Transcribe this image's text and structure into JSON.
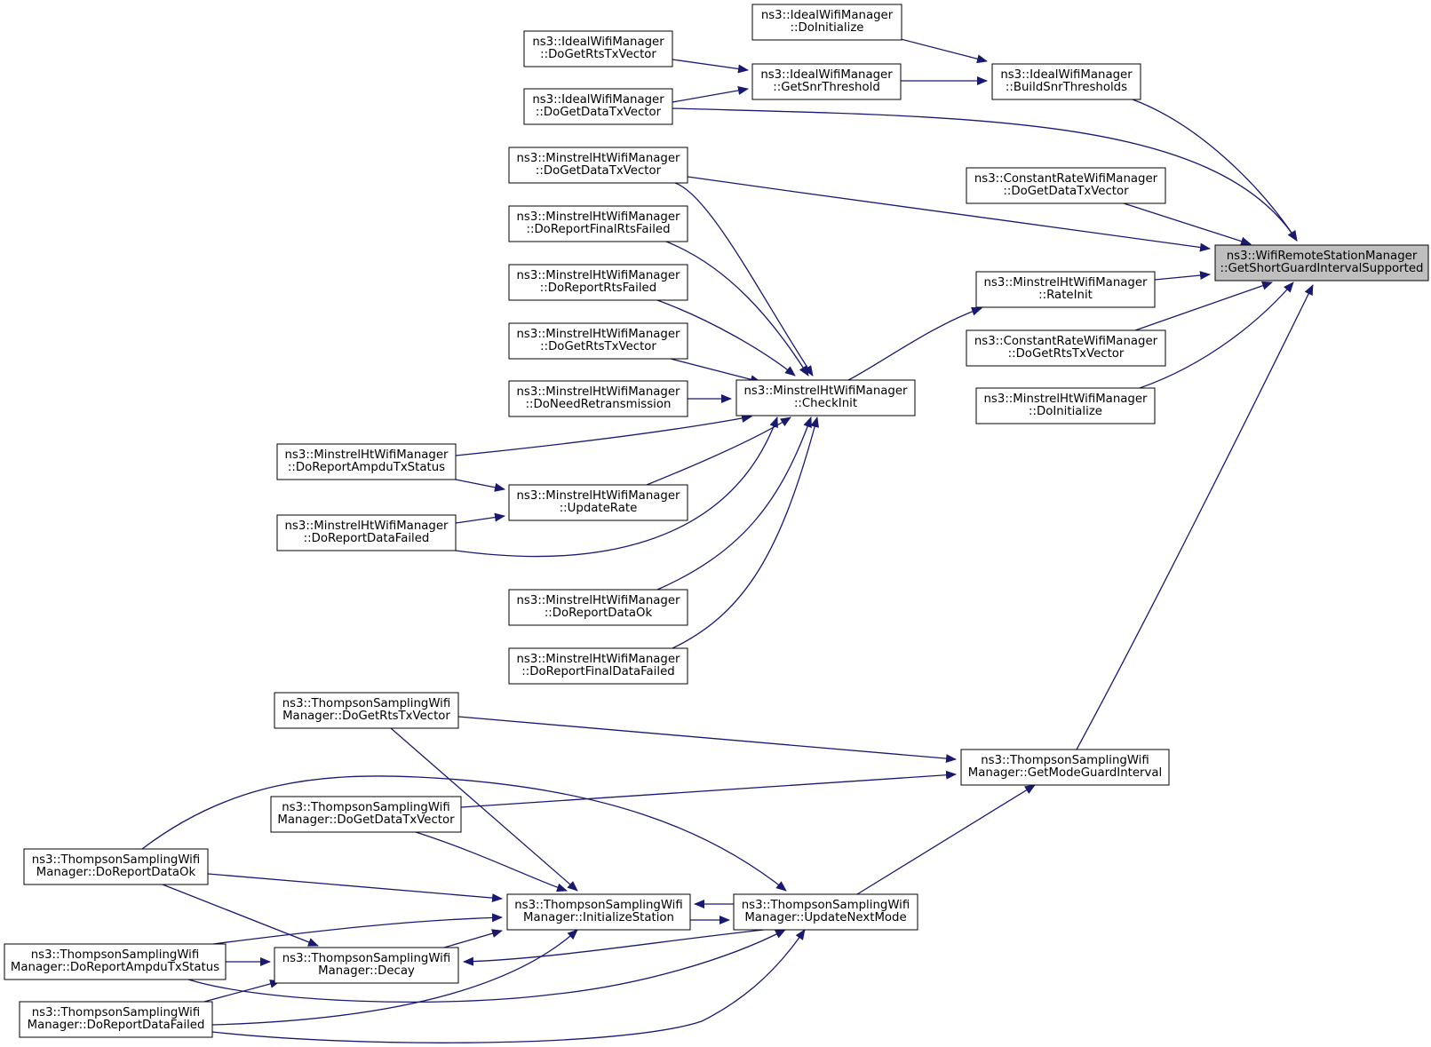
{
  "colors": {
    "edge": "#191970",
    "focus_fill": "#bfbfbf",
    "node_fill": "#ffffff",
    "node_stroke": "#000000"
  },
  "nodes": [
    {
      "id": "target",
      "lines": [
        "ns3::WifiRemoteStationManager",
        "::GetShortGuardIntervalSupported"
      ],
      "focus": true
    },
    {
      "id": "ideal_init",
      "lines": [
        "ns3::IdealWifiManager",
        "::DoInitialize"
      ]
    },
    {
      "id": "ideal_build",
      "lines": [
        "ns3::IdealWifiManager",
        "::BuildSnrThresholds"
      ]
    },
    {
      "id": "ideal_snr",
      "lines": [
        "ns3::IdealWifiManager",
        "::GetSnrThreshold"
      ]
    },
    {
      "id": "ideal_rts",
      "lines": [
        "ns3::IdealWifiManager",
        "::DoGetRtsTxVector"
      ]
    },
    {
      "id": "ideal_data",
      "lines": [
        "ns3::IdealWifiManager",
        "::DoGetDataTxVector"
      ]
    },
    {
      "id": "mh_data",
      "lines": [
        "ns3::MinstrelHtWifiManager",
        "::DoGetDataTxVector"
      ]
    },
    {
      "id": "cr_data",
      "lines": [
        "ns3::ConstantRateWifiManager",
        "::DoGetDataTxVector"
      ]
    },
    {
      "id": "mh_final_rts",
      "lines": [
        "ns3::MinstrelHtWifiManager",
        "::DoReportFinalRtsFailed"
      ]
    },
    {
      "id": "mh_rate_init",
      "lines": [
        "ns3::MinstrelHtWifiManager",
        "::RateInit"
      ]
    },
    {
      "id": "mh_rts_failed",
      "lines": [
        "ns3::MinstrelHtWifiManager",
        "::DoReportRtsFailed"
      ]
    },
    {
      "id": "cr_rts",
      "lines": [
        "ns3::ConstantRateWifiManager",
        "::DoGetRtsTxVector"
      ]
    },
    {
      "id": "mh_get_rts",
      "lines": [
        "ns3::MinstrelHtWifiManager",
        "::DoGetRtsTxVector"
      ]
    },
    {
      "id": "mh_doinit",
      "lines": [
        "ns3::MinstrelHtWifiManager",
        "::DoInitialize"
      ]
    },
    {
      "id": "mh_need_retx",
      "lines": [
        "ns3::MinstrelHtWifiManager",
        "::DoNeedRetransmission"
      ]
    },
    {
      "id": "mh_checkinit",
      "lines": [
        "ns3::MinstrelHtWifiManager",
        "::CheckInit"
      ]
    },
    {
      "id": "mh_ampdu",
      "lines": [
        "ns3::MinstrelHtWifiManager",
        "::DoReportAmpduTxStatus"
      ]
    },
    {
      "id": "mh_update_rate",
      "lines": [
        "ns3::MinstrelHtWifiManager",
        "::UpdateRate"
      ]
    },
    {
      "id": "mh_data_failed",
      "lines": [
        "ns3::MinstrelHtWifiManager",
        "::DoReportDataFailed"
      ]
    },
    {
      "id": "mh_data_ok",
      "lines": [
        "ns3::MinstrelHtWifiManager",
        "::DoReportDataOk"
      ]
    },
    {
      "id": "mh_final_data",
      "lines": [
        "ns3::MinstrelHtWifiManager",
        "::DoReportFinalDataFailed"
      ]
    },
    {
      "id": "ts_get_rts",
      "lines": [
        "ns3::ThompsonSamplingWifi",
        "Manager::DoGetRtsTxVector"
      ]
    },
    {
      "id": "ts_guard",
      "lines": [
        "ns3::ThompsonSamplingWifi",
        "Manager::GetModeGuardInterval"
      ]
    },
    {
      "id": "ts_get_data",
      "lines": [
        "ns3::ThompsonSamplingWifi",
        "Manager::DoGetDataTxVector"
      ]
    },
    {
      "id": "ts_data_ok",
      "lines": [
        "ns3::ThompsonSamplingWifi",
        "Manager::DoReportDataOk"
      ]
    },
    {
      "id": "ts_init_station",
      "lines": [
        "ns3::ThompsonSamplingWifi",
        "Manager::InitializeStation"
      ]
    },
    {
      "id": "ts_update_next",
      "lines": [
        "ns3::ThompsonSamplingWifi",
        "Manager::UpdateNextMode"
      ]
    },
    {
      "id": "ts_ampdu",
      "lines": [
        "ns3::ThompsonSamplingWifi",
        "Manager::DoReportAmpduTxStatus"
      ]
    },
    {
      "id": "ts_decay",
      "lines": [
        "ns3::ThompsonSamplingWifi",
        "Manager::Decay"
      ]
    },
    {
      "id": "ts_data_failed",
      "lines": [
        "ns3::ThompsonSamplingWifi",
        "Manager::DoReportDataFailed"
      ]
    }
  ],
  "edges": [
    {
      "from": "ideal_init",
      "to": "ideal_build"
    },
    {
      "from": "ideal_snr",
      "to": "ideal_build"
    },
    {
      "from": "ideal_rts",
      "to": "ideal_snr"
    },
    {
      "from": "ideal_data",
      "to": "ideal_snr"
    },
    {
      "from": "ideal_build",
      "to": "target"
    },
    {
      "from": "ideal_data",
      "to": "target"
    },
    {
      "from": "mh_data",
      "to": "target"
    },
    {
      "from": "cr_data",
      "to": "target"
    },
    {
      "from": "mh_rate_init",
      "to": "target"
    },
    {
      "from": "cr_rts",
      "to": "target"
    },
    {
      "from": "mh_doinit",
      "to": "target"
    },
    {
      "from": "ts_guard",
      "to": "target"
    },
    {
      "from": "mh_checkinit",
      "to": "mh_rate_init"
    },
    {
      "from": "mh_data",
      "to": "mh_checkinit"
    },
    {
      "from": "mh_final_rts",
      "to": "mh_checkinit"
    },
    {
      "from": "mh_rts_failed",
      "to": "mh_checkinit"
    },
    {
      "from": "mh_get_rts",
      "to": "mh_checkinit"
    },
    {
      "from": "mh_need_retx",
      "to": "mh_checkinit"
    },
    {
      "from": "mh_ampdu",
      "to": "mh_checkinit"
    },
    {
      "from": "mh_update_rate",
      "to": "mh_checkinit"
    },
    {
      "from": "mh_data_failed",
      "to": "mh_checkinit"
    },
    {
      "from": "mh_data_ok",
      "to": "mh_checkinit"
    },
    {
      "from": "mh_final_data",
      "to": "mh_checkinit"
    },
    {
      "from": "mh_ampdu",
      "to": "mh_update_rate"
    },
    {
      "from": "mh_data_failed",
      "to": "mh_update_rate"
    },
    {
      "from": "ts_get_rts",
      "to": "ts_guard"
    },
    {
      "from": "ts_get_data",
      "to": "ts_guard"
    },
    {
      "from": "ts_update_next",
      "to": "ts_guard"
    },
    {
      "from": "ts_get_rts",
      "to": "ts_init_station"
    },
    {
      "from": "ts_get_data",
      "to": "ts_init_station"
    },
    {
      "from": "ts_data_ok",
      "to": "ts_init_station"
    },
    {
      "from": "ts_ampdu",
      "to": "ts_init_station"
    },
    {
      "from": "ts_decay",
      "to": "ts_init_station"
    },
    {
      "from": "ts_data_failed",
      "to": "ts_init_station"
    },
    {
      "from": "ts_update_next",
      "to": "ts_init_station"
    },
    {
      "from": "ts_init_station",
      "to": "ts_update_next"
    },
    {
      "from": "ts_data_ok",
      "to": "ts_update_next"
    },
    {
      "from": "ts_ampdu",
      "to": "ts_update_next"
    },
    {
      "from": "ts_data_failed",
      "to": "ts_update_next"
    },
    {
      "from": "ts_update_next",
      "to": "ts_decay"
    },
    {
      "from": "ts_data_ok",
      "to": "ts_decay"
    },
    {
      "from": "ts_ampdu",
      "to": "ts_decay"
    },
    {
      "from": "ts_data_failed",
      "to": "ts_decay"
    }
  ]
}
